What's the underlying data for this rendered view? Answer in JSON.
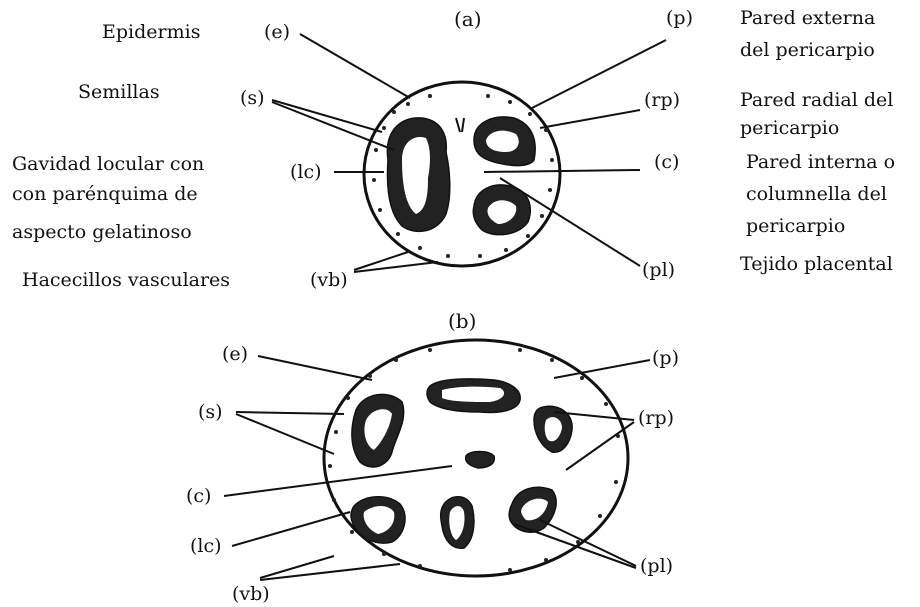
{
  "panels": {
    "a": "(a)",
    "b": "(b)"
  },
  "descriptions": {
    "epidermis": "Epidermis",
    "semillas": "Semillas",
    "cavidad_1": "Gavidad locular con",
    "cavidad_2": "con parénquima de",
    "cavidad_3": "aspecto gelatinoso",
    "hacecillos": "Hacecillos vasculares",
    "pared_externa_1": "Pared externa",
    "pared_externa_2": "del pericarpio",
    "pared_radial_1": "Pared radial del",
    "pared_radial_2": "pericarpio",
    "pared_interna_1": "Pared interna o",
    "pared_interna_2": "columnella del",
    "pared_interna_3": "pericarpio",
    "placental": "Tejido placental"
  },
  "labels_a": {
    "e": "(e)",
    "s": "(s)",
    "lc": "(lc)",
    "vb": "(vb)",
    "p": "(p)",
    "rp": "(rp)",
    "c": "(c)",
    "pl": "(pl)"
  },
  "labels_b": {
    "e": "(e)",
    "s": "(s)",
    "c": "(c)",
    "lc": "(lc)",
    "vb": "(vb)",
    "p": "(p)",
    "rp": "(rp)",
    "pl": "(pl)"
  }
}
